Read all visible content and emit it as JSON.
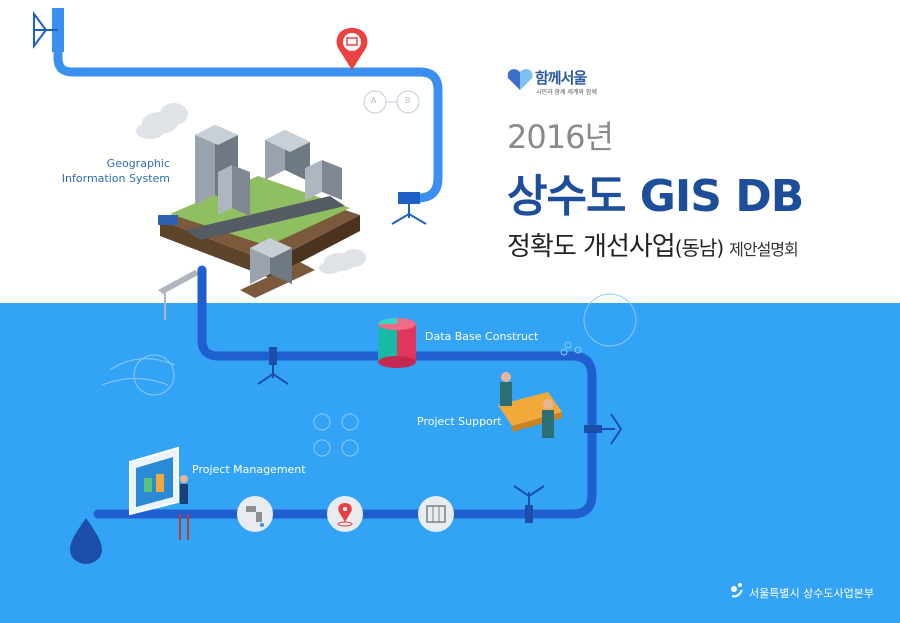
{
  "header": {
    "year": "2016년",
    "title": "상수도 GIS DB",
    "subtitle_main": "정확도 개선사업",
    "subtitle_region": "(동남)",
    "subtitle_suffix": "제안설명회"
  },
  "logo": {
    "name": "함께서울",
    "tagline": "시민과 함께 세계와 함께"
  },
  "gis_label": {
    "line1": "Geographic",
    "line2": "Information System"
  },
  "labels": {
    "database": "Data Base Construct",
    "support": "Project Support",
    "management": "Project Management"
  },
  "markers": {
    "path_a": "A",
    "path_b": "B"
  },
  "footer": {
    "organization": "서울특별시 상수도사업본부"
  },
  "colors": {
    "pipe": "#3b8ff0",
    "pipe_dark": "#1d5fc4",
    "band": "#33a3f5",
    "title_blue": "#1d4e9a",
    "pin_red": "#e8413f"
  }
}
